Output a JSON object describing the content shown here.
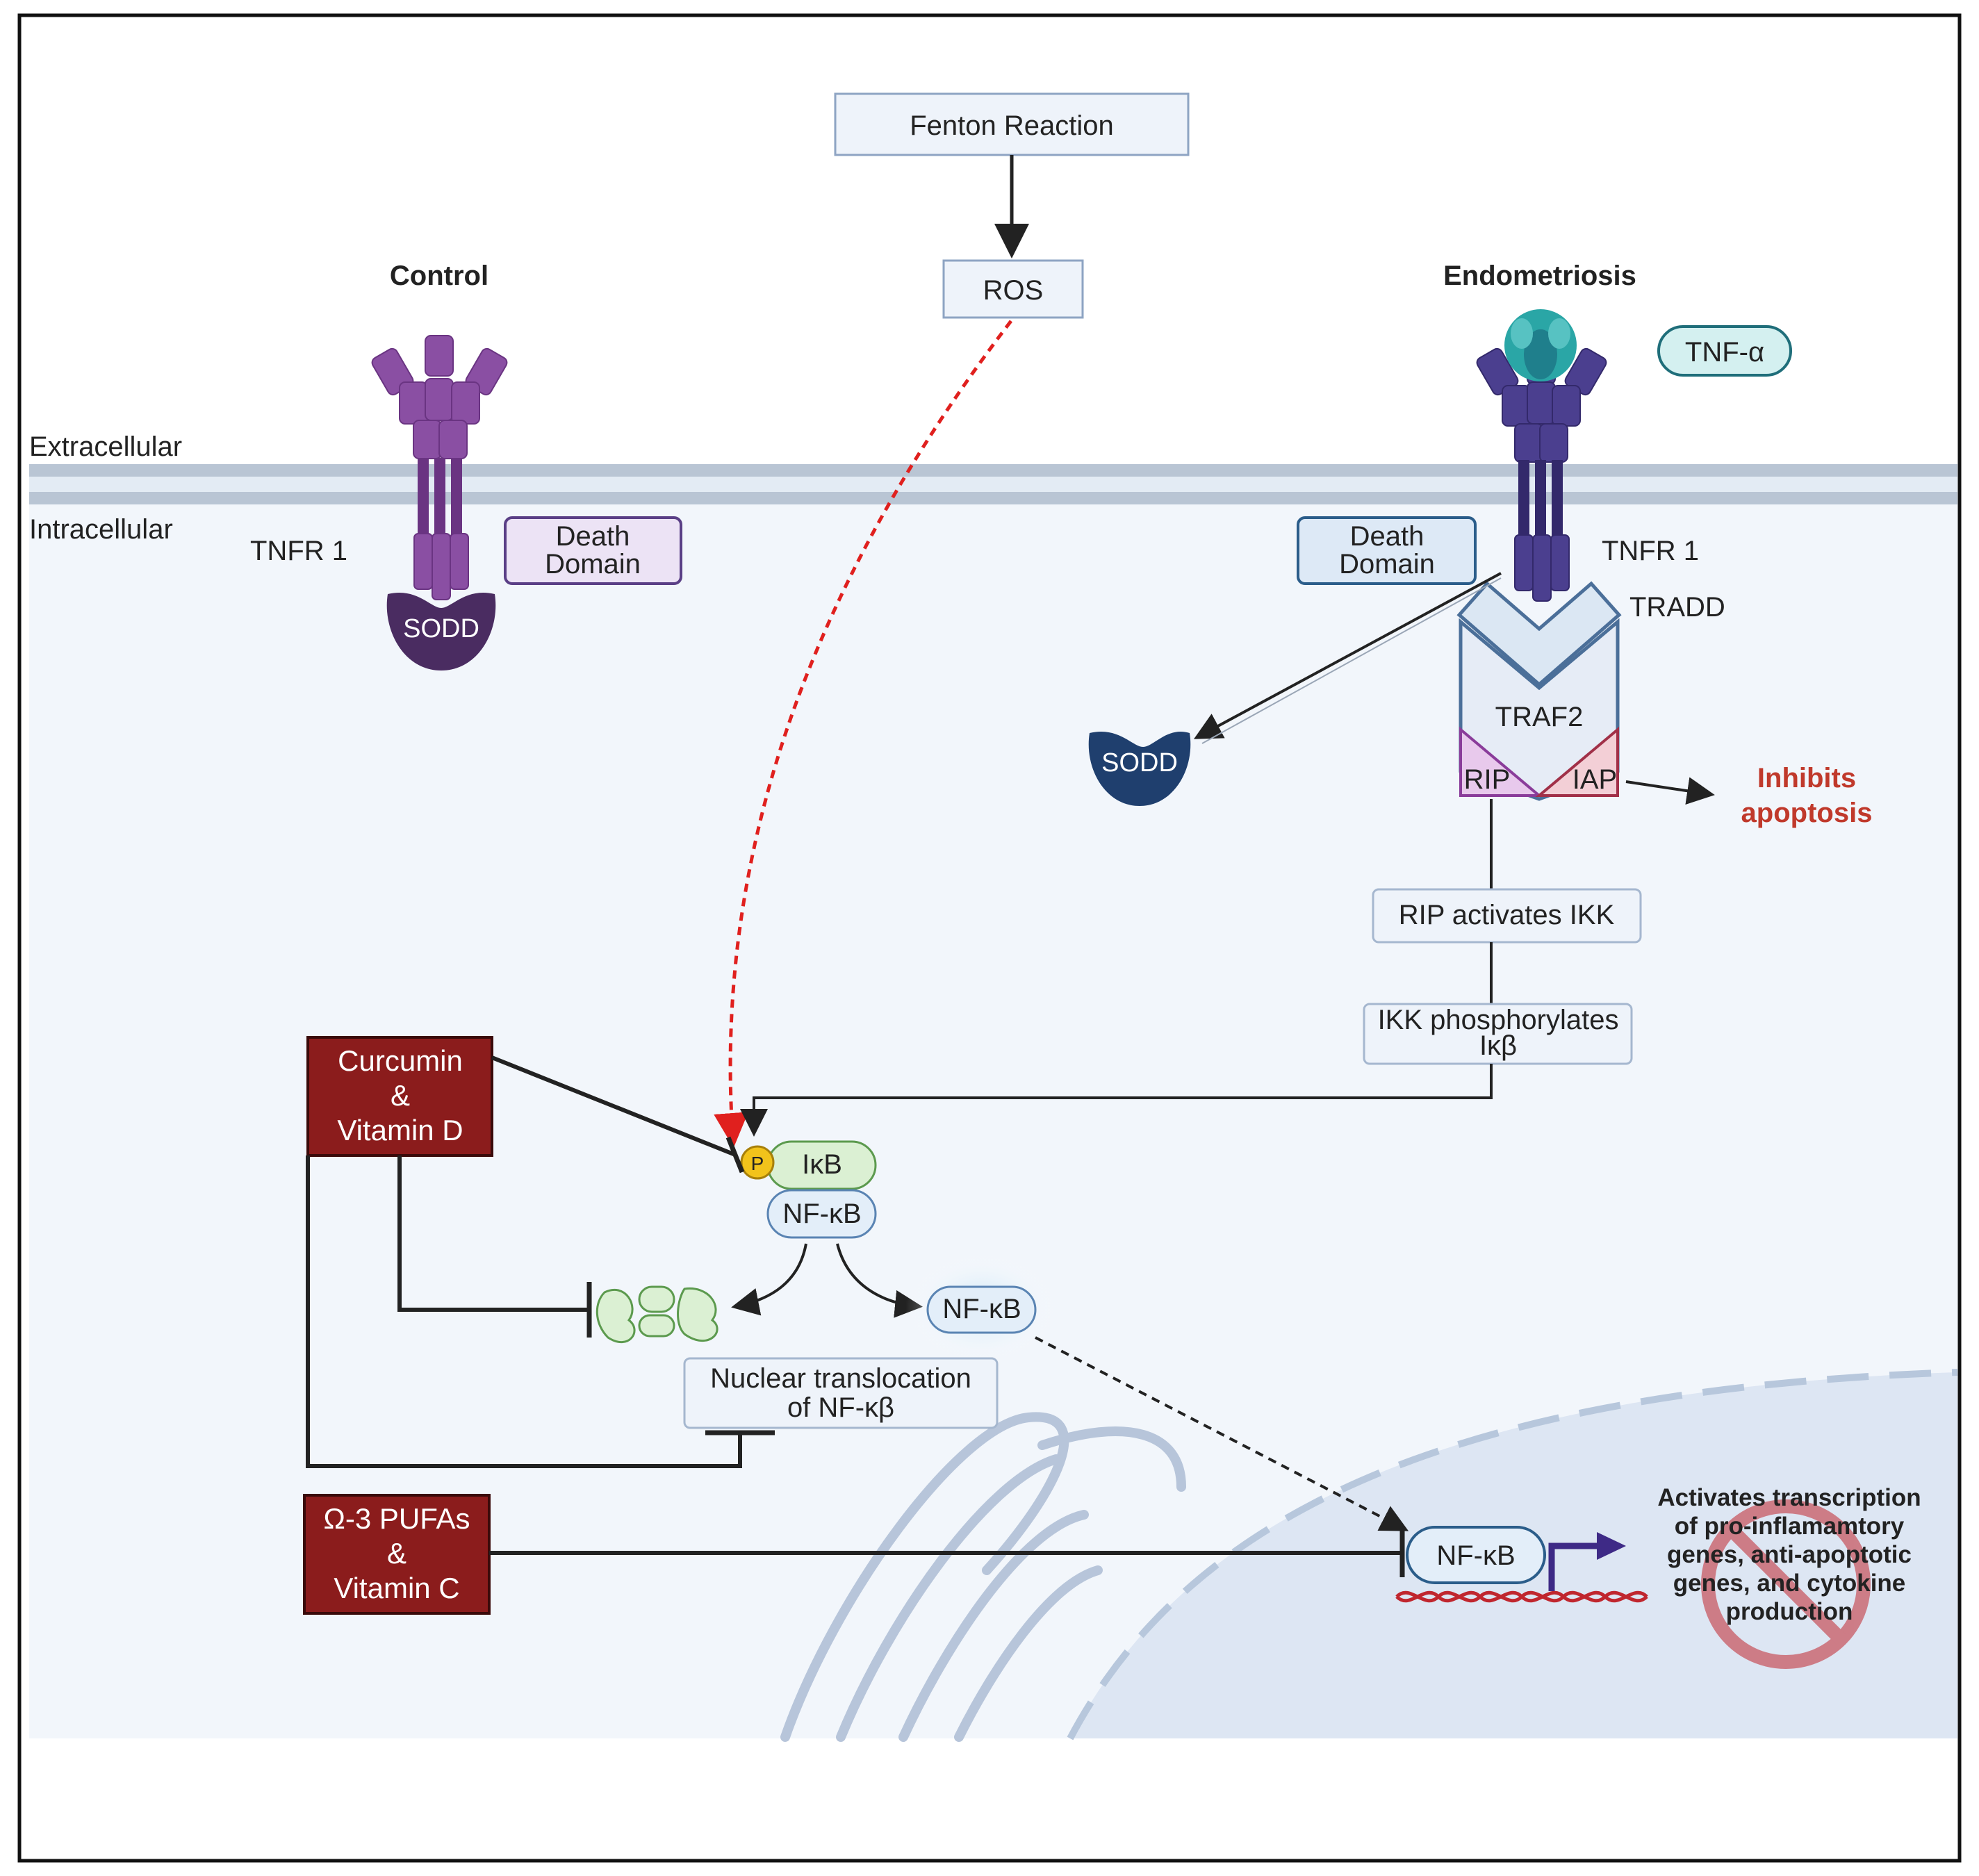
{
  "labels": {
    "fenton": "Fenton Reaction",
    "ros": "ROS",
    "control": "Control",
    "endometriosis": "Endometriosis",
    "tnf_alpha": "TNF-α",
    "extracellular": "Extracellular",
    "intracellular": "Intracellular",
    "tnfr1_left": "TNFR 1",
    "tnfr1_right": "TNFR 1",
    "death_domain_left_1": "Death",
    "death_domain_left_2": "Domain",
    "death_domain_right_1": "Death",
    "death_domain_right_2": "Domain",
    "sodd_left": "SODD",
    "sodd_right": "SODD",
    "tradd": "TRADD",
    "traf2": "TRAF2",
    "rip": "RIP",
    "iap": "IAP",
    "inhibits_1": "Inhibits",
    "inhibits_2": "apoptosis",
    "rip_activates": "RIP activates IKK",
    "ikk_phos_1": "IKK phosphorylates",
    "ikk_phos_2": "Iκβ",
    "curcumin_1": "Curcumin",
    "curcumin_2": "&",
    "curcumin_3": "Vitamin D",
    "p": "P",
    "ikb": "IκB",
    "nfkb_complex": "NF-κB",
    "nfkb_free": "NF-κB",
    "nuclear_1": "Nuclear translocation",
    "nuclear_2": "of NF-κβ",
    "omega_1": "Ω-3 PUFAs",
    "omega_2": "&",
    "omega_3": "Vitamin C",
    "nfkb_nucleus": "NF-κB",
    "activates_1": "Activates transcription",
    "activates_2": "of pro-inflamamtory",
    "activates_3": "genes, anti-apoptotic",
    "activates_4": "genes, and cytokine",
    "activates_5": "production"
  },
  "colors": {
    "receptor_control": "#8a4fa3",
    "receptor_endo": "#4b3f8f",
    "tnf_alpha": "#2aa6a6",
    "supplement_box": "#8b1c1c",
    "inhibits_text": "#c0392b",
    "ros_arrow": "#e0201e",
    "dna": "#c0262e"
  }
}
